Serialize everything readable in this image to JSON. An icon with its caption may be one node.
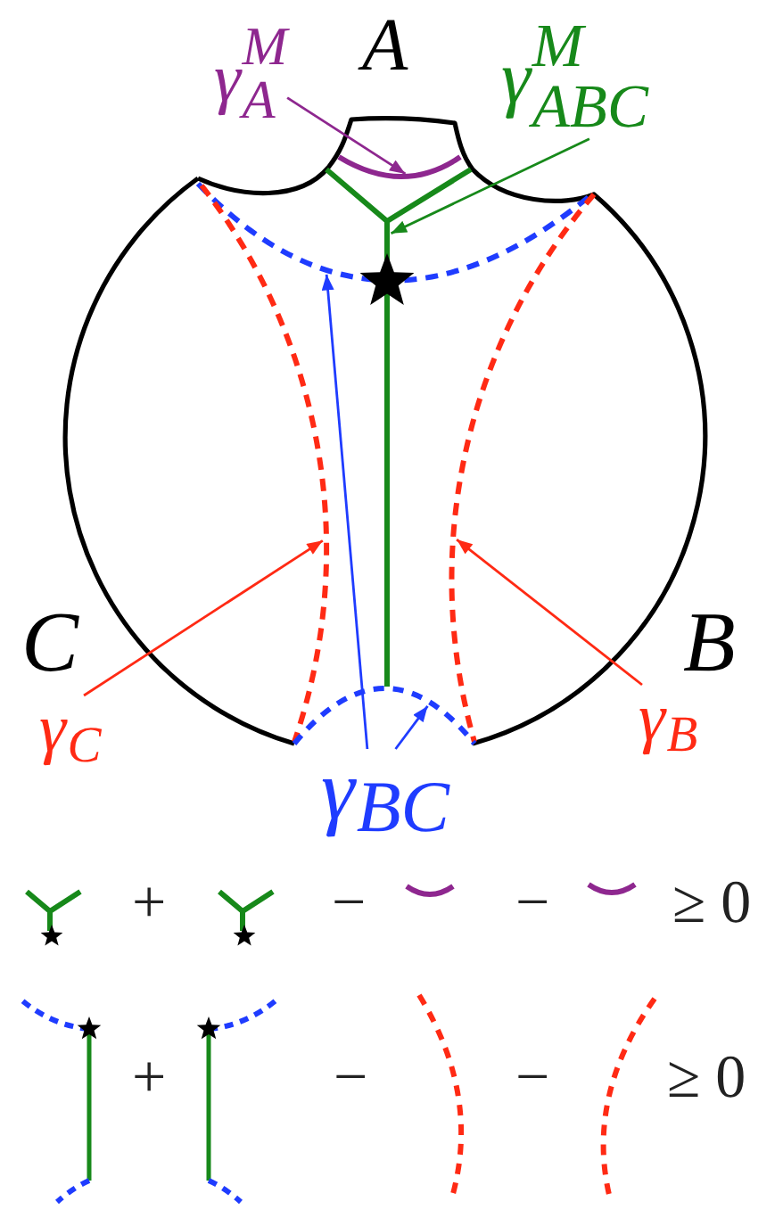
{
  "diagram": {
    "nodes": [
      {
        "text": [
          "γ$^{M}$$_{A}$"
        ]
      },
      {
        "text": [
          "γ$^{M}$$_{ABC}$"
        ]
      },
      {
        "text": [],
        "shape": "arc"
      },
      {
        "text": [],
        "shape": "line"
      },
      {
        "text": [],
        "shape": "arc"
      },
      {
        "text": [],
        "shape": "arc"
      },
      {
        "text": [],
        "shape": "arc"
      },
      {
        "text": [],
        "shape": "arc"
      },
      {
        "text": [
          "γ$_{C}$"
        ]
      },
      {
        "text": [
          "γ$_{B}$"
        ]
      },
      {
        "text": [
          "γ$_{BC}$"
        ]
      }
    ],
    "edges": [
      {
        "from": 0,
        "to": 2,
        "arrow": "to",
        "color": "#8e278f"
      },
      {
        "from": 1,
        "to": 3,
        "arrow": "to",
        "color": "#17891a"
      },
      {
        "from": 10,
        "to": 4,
        "arrow": "to",
        "color": "#1f3cff"
      },
      {
        "from": 10,
        "to": 7,
        "arrow": "to",
        "color": "#1f3cff"
      },
      {
        "from": 8,
        "to": 5,
        "arrow": "to",
        "color": "#ff2a14"
      },
      {
        "from": 9,
        "to": 6,
        "arrow": "to",
        "color": "#ff2a14"
      }
    ],
    "labels": [
      "A",
      "C",
      "B",
      "+",
      "−",
      "−",
      "≥ 0",
      "+",
      "−",
      "−",
      "≥ 0"
    ]
  }
}
